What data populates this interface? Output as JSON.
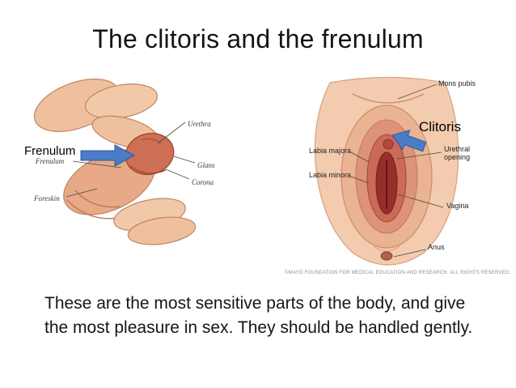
{
  "slide": {
    "title": "The clitoris and the frenulum",
    "body_text": "These are the most sensitive parts of the body, and give the most pleasure in sex. They should be handled gently."
  },
  "left_diagram": {
    "callout_label": "Frenulum",
    "labels": {
      "urethra": "Urethra",
      "frenulum_small": "Frenulum",
      "glans": "Glans",
      "corona": "Corona",
      "foreskin": "Foreskin"
    }
  },
  "right_diagram": {
    "callout_label": "Clitoris",
    "labels": {
      "mons_pubis": "Mons pubis",
      "labia_majora": "Labia majora",
      "urethral_opening": "Urethral opening",
      "labia_minora": "Labia minora",
      "vagina": "Vagina",
      "anus": "Anus"
    },
    "credit": "©MAYO FOUNDATION FOR MEDICAL EDUCATION AND RESEARCH. ALL RIGHTS RESERVED."
  },
  "colors": {
    "arrow_blue": "#4a7cc7",
    "background": "#ffffff"
  }
}
